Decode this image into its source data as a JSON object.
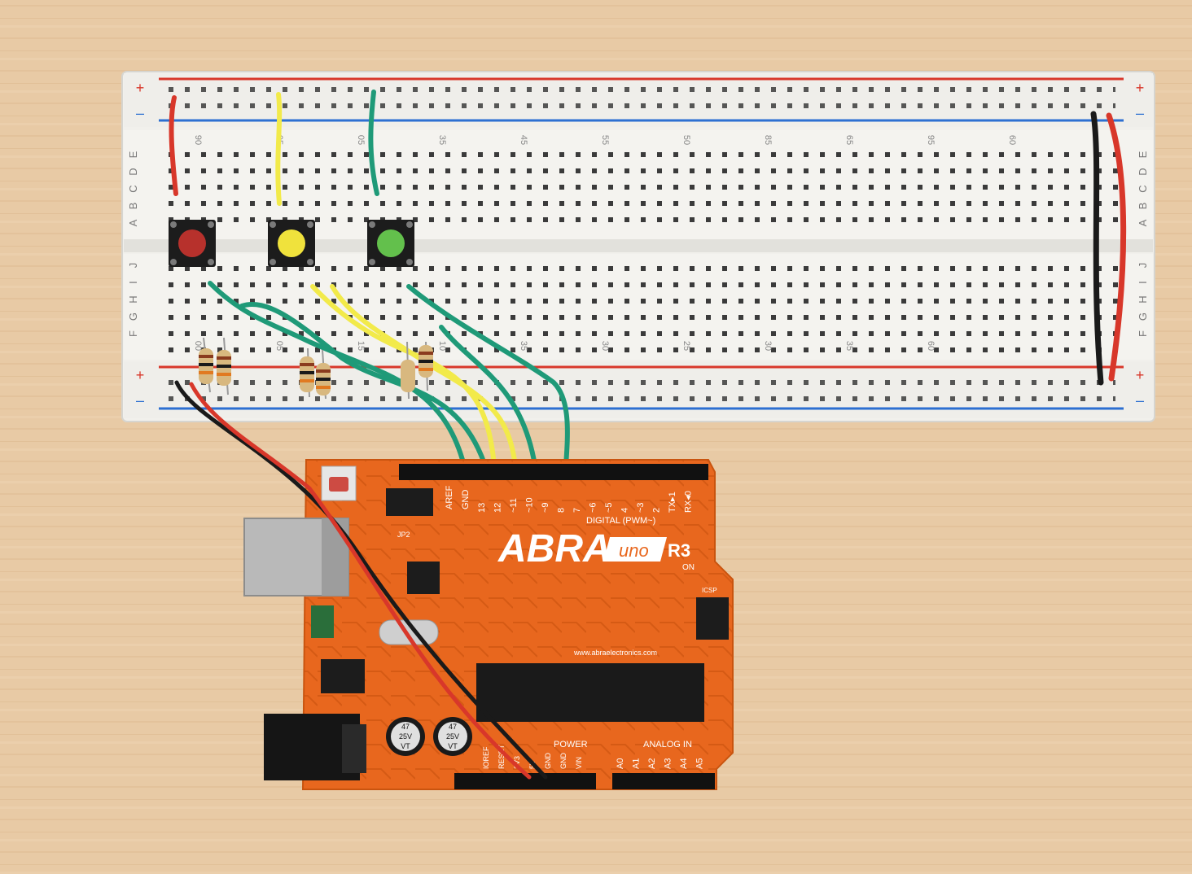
{
  "breadboard": {
    "row_letters_top": [
      "A",
      "B",
      "C",
      "D",
      "E"
    ],
    "row_letters_bottom": [
      "F",
      "G",
      "H",
      "I",
      "J"
    ],
    "column_numbers_top": [
      "90",
      "05",
      "05",
      "35",
      "45",
      "55",
      "50",
      "85",
      "65",
      "95",
      "60"
    ],
    "column_numbers_bottom": [
      "00",
      "05",
      "15",
      "10",
      "35",
      "30",
      "25",
      "30",
      "35",
      "60"
    ],
    "rail_plus": "+",
    "rail_minus": "–"
  },
  "buttons": [
    {
      "color": "red",
      "cap": "#b7312c"
    },
    {
      "color": "yellow",
      "cap": "#f0e23c"
    },
    {
      "color": "green",
      "cap": "#63c04c"
    }
  ],
  "wire_colors": {
    "red": "#d8372a",
    "black": "#1a1a1a",
    "yellow": "#f2ea4a",
    "green": "#1f9a78"
  },
  "arduino": {
    "brand": "ABRA",
    "model": "uno",
    "rev": "R3",
    "on_label": "ON",
    "aref": "AREF",
    "gnd": "GND",
    "digital_pins": [
      "13",
      "12",
      "~11",
      "~10",
      "~9",
      "8",
      "7",
      "~6",
      "~5",
      "4",
      "~3",
      "2",
      "TX▸1",
      "RX◂0"
    ],
    "digital_label": "DIGITAL (PWM~)",
    "website": "www.abraelectronics.com",
    "power_label": "POWER",
    "power_pins": [
      "IOREF",
      "RESET",
      "3V3",
      "5V",
      "GND",
      "GND",
      "VIN"
    ],
    "analog_label": "ANALOG IN",
    "analog_pins": [
      "A0",
      "A1",
      "A2",
      "A3",
      "A4",
      "A5"
    ],
    "icsp": "ICSP",
    "jp2": "JP2",
    "cap_text": [
      "47",
      "25V",
      "VT"
    ],
    "board_color": "#e8671e"
  }
}
